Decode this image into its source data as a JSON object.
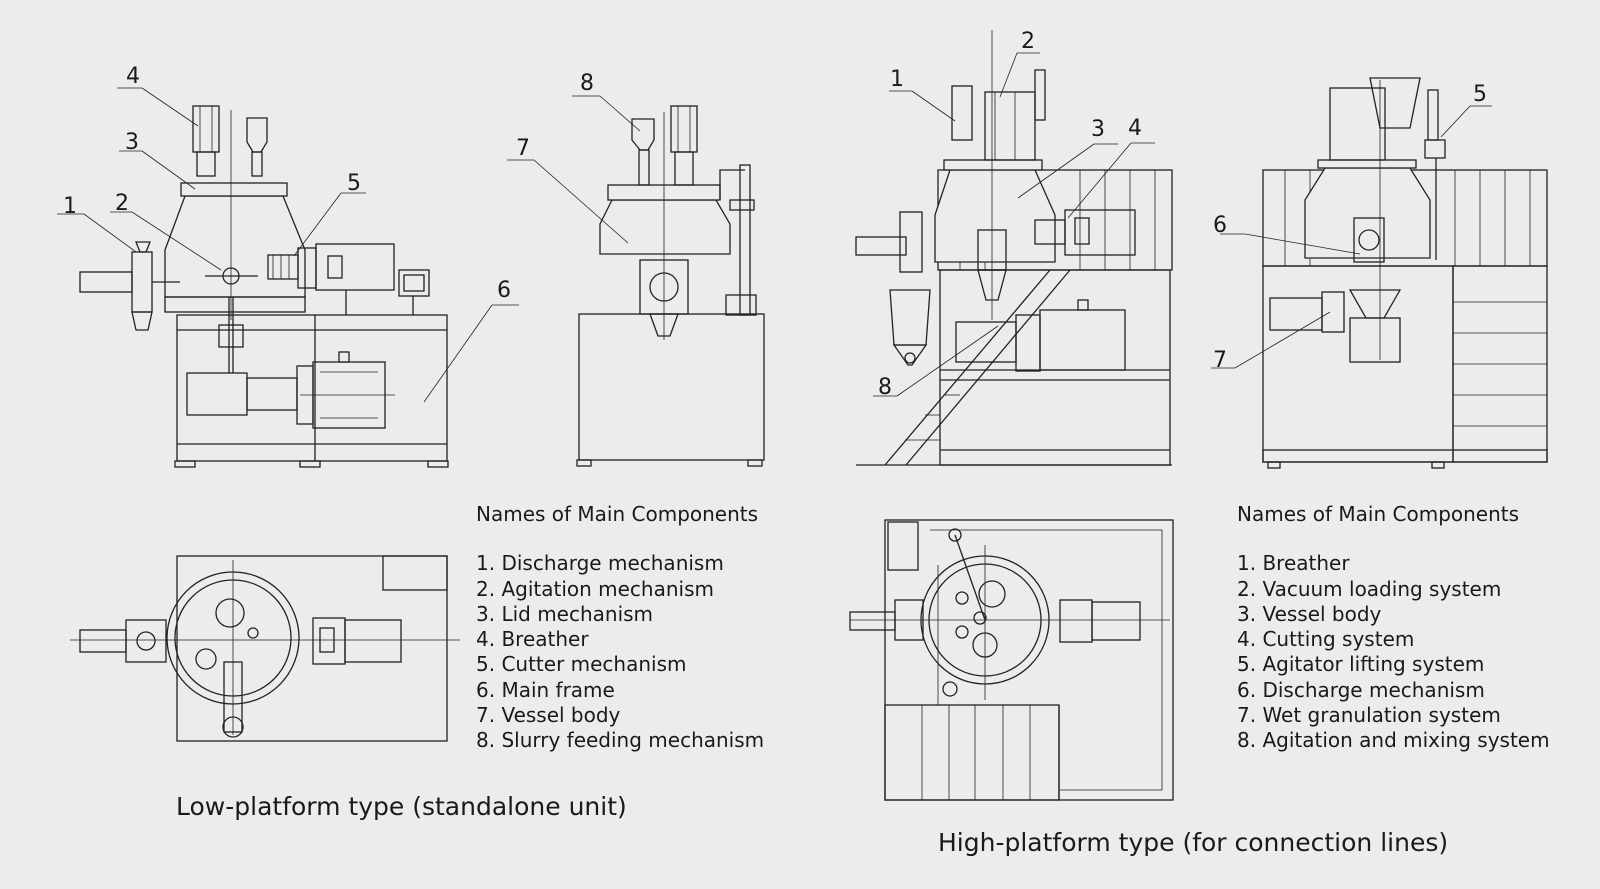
{
  "low_platform": {
    "caption": "Low-platform type (standalone unit)",
    "legend_title": "Names of Main Components",
    "components": [
      "1. Discharge mechanism",
      "2. Agitation mechanism",
      "3. Lid mechanism",
      "4. Breather",
      "5. Cutter mechanism",
      "6. Main frame",
      "7. Vessel body",
      "8. Slurry feeding mechanism"
    ],
    "callouts": {
      "c1": "1",
      "c2": "2",
      "c3": "3",
      "c4": "4",
      "c5": "5",
      "c6": "6",
      "c7": "7",
      "c8": "8"
    }
  },
  "high_platform": {
    "caption": "High-platform type (for connection lines)",
    "legend_title": "Names of Main Components",
    "components": [
      "1. Breather",
      "2. Vacuum loading system",
      "3. Vessel body",
      "4. Cutting system",
      "5. Agitator lifting system",
      "6. Discharge mechanism",
      "7. Wet granulation system",
      "8. Agitation and mixing system"
    ],
    "callouts": {
      "c1": "1",
      "c2": "2",
      "c3": "3",
      "c4": "4",
      "c5": "5",
      "c6": "6",
      "c7": "7",
      "c8": "8"
    }
  }
}
